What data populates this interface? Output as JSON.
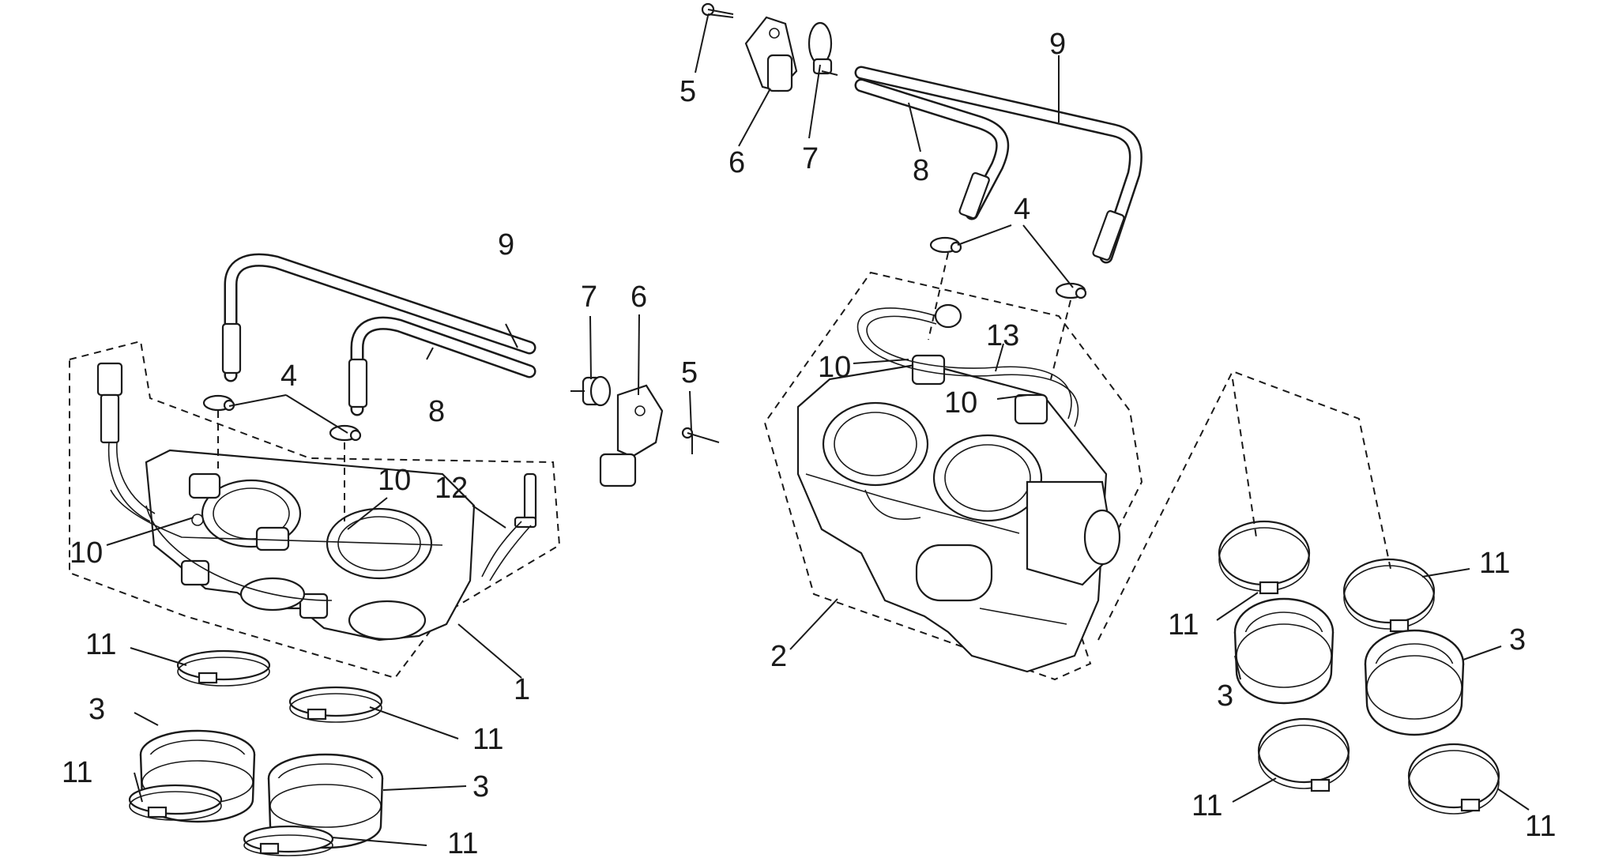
{
  "callouts": {
    "left": {
      "throttle_body": "1",
      "hose_long": "9",
      "hose_short": "8",
      "clamp": "4",
      "sensor_seal": "7",
      "map_sensor": "6",
      "screw": "5",
      "vacuum_fitting_right": "10",
      "vacuum_fitting_left": "10",
      "fuel_hose": "12",
      "band_clamp_1": "11",
      "band_clamp_2": "11",
      "band_clamp_3": "11",
      "band_clamp_4": "11",
      "intake_manifold_1": "3",
      "intake_manifold_2": "3"
    },
    "right": {
      "screw": "5",
      "map_sensor": "6",
      "sensor_seal": "7",
      "hose_short": "8",
      "hose_long": "9",
      "clamp": "4",
      "throttle_body": "2",
      "vacuum_fitting_top": "10",
      "vacuum_fitting_mid": "10",
      "connecting_hose": "13",
      "band_clamp_1": "11",
      "band_clamp_2": "11",
      "band_clamp_3": "11",
      "band_clamp_4": "11",
      "intake_manifold_1": "3",
      "intake_manifold_2": "3"
    }
  }
}
